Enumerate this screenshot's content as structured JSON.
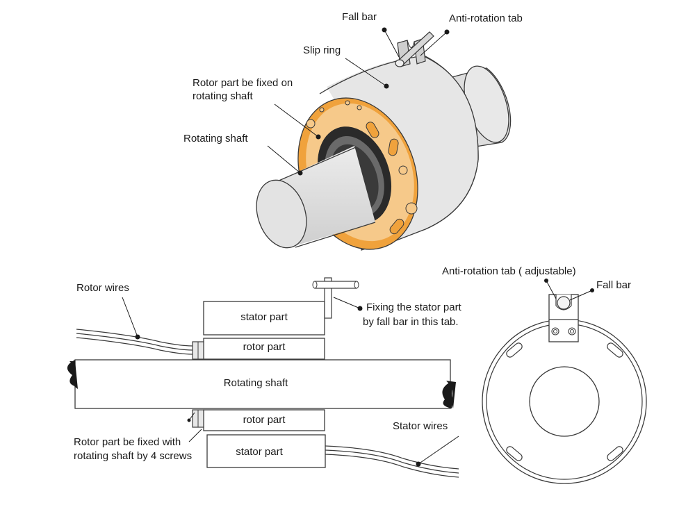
{
  "labels": {
    "fall_bar_top": "Fall bar",
    "anti_rotation_tab_top": "Anti-rotation tab",
    "slip_ring": "Slip ring",
    "rotor_fixed_line1": "Rotor part be fixed on",
    "rotor_fixed_line2": "rotating shaft",
    "rotating_shaft_top": "Rotating shaft",
    "rotor_wires": "Rotor wires",
    "stator_part_top": "stator part",
    "rotor_part_top": "rotor part",
    "rotating_shaft_mid": "Rotating shaft",
    "rotor_part_bottom": "rotor part",
    "stator_part_bottom": "stator part",
    "fixing_line1": "Fixing the stator part",
    "fixing_line2": "by  fall bar  in this tab.",
    "screws_line1": "Rotor part be fixed with",
    "screws_line2": "rotating shaft by 4 screws",
    "stator_wires": "Stator wires",
    "anti_rotation_adjustable": "Anti-rotation tab ( adjustable)",
    "fall_bar_right": "Fall bar"
  },
  "colors": {
    "flange_orange": "#f0a23c",
    "flange_light": "#f6c98a",
    "body_gray": "#e4e4e4",
    "shaft_gray": "#dcdcdc",
    "outline": "#3a3a3a",
    "bore_dark": "#2a2a2a"
  }
}
